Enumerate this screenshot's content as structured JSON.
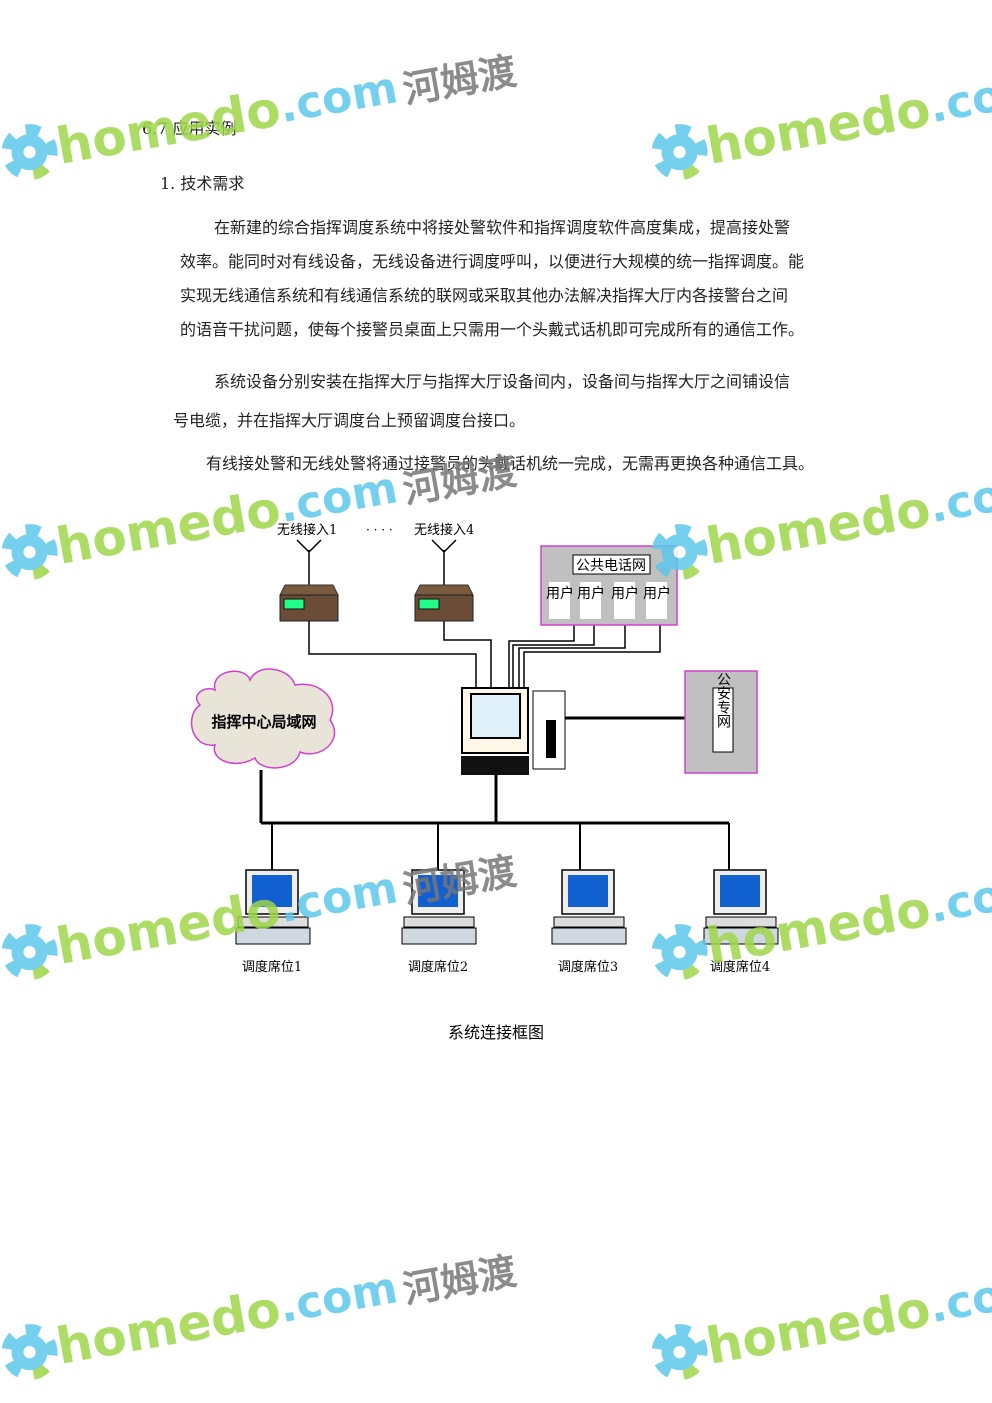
{
  "section_title": "6.7 应用实例",
  "subsection": "1. 技术需求",
  "paragraphs": [
    [
      "在新建的综合指挥调度系统中将接处警软件和指挥调度软件高度集成，提高接处警",
      "效率。能同时对有线设备，无线设备进行调度呼叫，以便进行大规模的统一指挥调度。能",
      "实现无线通信系统和有线通信系统的联网或采取其他办法解决指挥大厅内各接警台之间",
      "的语音干扰问题，使每个接警员桌面上只需用一个头戴式话机即可完成所有的通信工作。"
    ],
    [
      "系统设备分别安装在指挥大厅与指挥大厅设备间内，设备间与指挥大厅之间铺设信",
      "号电缆，并在指挥大厅调度台上预留调度台接口。"
    ],
    [
      "有线接处警和无线处警将通过接警员的头戴话机统一完成，无需再更换各种通信工具。"
    ]
  ],
  "diagram": {
    "wireless1": "无线接入1",
    "ellipsis": "· · · ·",
    "wireless4": "无线接入4",
    "pstn": "公共电话网",
    "user": "用户",
    "lan": "指挥中心局域网",
    "police_net": "公安专网",
    "stations": [
      "调度席位1",
      "调度席位2",
      "调度席位3",
      "调度席位4"
    ],
    "caption": "系统连接框图"
  },
  "watermark": {
    "brand": "homedo",
    "domain": ".com",
    "cn": "河姆渡"
  }
}
